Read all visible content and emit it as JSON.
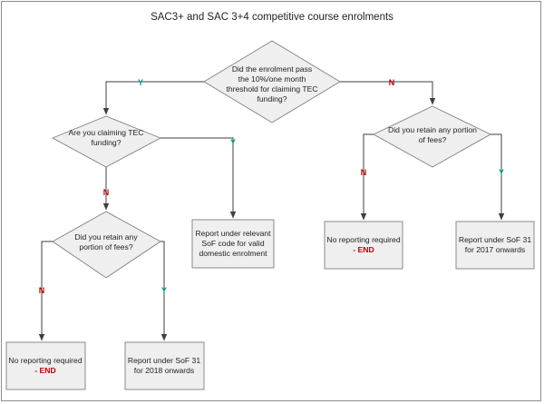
{
  "title": "SAC3+ and SAC 3+4 competitive course enrolments",
  "nodes": {
    "q_threshold": {
      "kind": "decision",
      "lines": [
        "Did the enrolment pass",
        "the 10%/one month",
        "threshold for claiming TEC",
        "funding?"
      ]
    },
    "q_claiming_tec": {
      "kind": "decision",
      "lines": [
        "Are you claiming TEC",
        "funding?"
      ]
    },
    "q_retain_fees_right": {
      "kind": "decision",
      "lines": [
        "Did you retain any portion",
        "of fees?"
      ]
    },
    "q_retain_fees_left": {
      "kind": "decision",
      "lines": [
        "Did you retain any",
        "portion of fees?"
      ]
    },
    "r_report_relevant_sof": {
      "kind": "process",
      "lines": [
        "Report under relevant",
        "SoF code for valid",
        "domestic enrolment"
      ]
    },
    "r_no_reporting_right": {
      "kind": "process",
      "lines": [
        "No reporting required"
      ],
      "end_label": "- END"
    },
    "r_report_sof31_2017": {
      "kind": "process",
      "lines": [
        "Report under SoF 31",
        "for 2017 onwards"
      ]
    },
    "r_no_reporting_left": {
      "kind": "process",
      "lines": [
        "No reporting required"
      ],
      "end_label": "- END"
    },
    "r_report_sof31_2018": {
      "kind": "process",
      "lines": [
        "Report under SoF 31",
        "for 2018 onwards"
      ]
    }
  },
  "edges": [
    {
      "from": "q_threshold",
      "to": "q_claiming_tec",
      "label": "Y"
    },
    {
      "from": "q_threshold",
      "to": "q_retain_fees_right",
      "label": "N"
    },
    {
      "from": "q_claiming_tec",
      "to": "r_report_relevant_sof",
      "label": "Y"
    },
    {
      "from": "q_claiming_tec",
      "to": "q_retain_fees_left",
      "label": "N"
    },
    {
      "from": "q_retain_fees_right",
      "to": "r_no_reporting_right",
      "label": "N"
    },
    {
      "from": "q_retain_fees_right",
      "to": "r_report_sof31_2017",
      "label": "Y"
    },
    {
      "from": "q_retain_fees_left",
      "to": "r_no_reporting_left",
      "label": "N"
    },
    {
      "from": "q_retain_fees_left",
      "to": "r_report_sof31_2018",
      "label": "Y"
    }
  ]
}
